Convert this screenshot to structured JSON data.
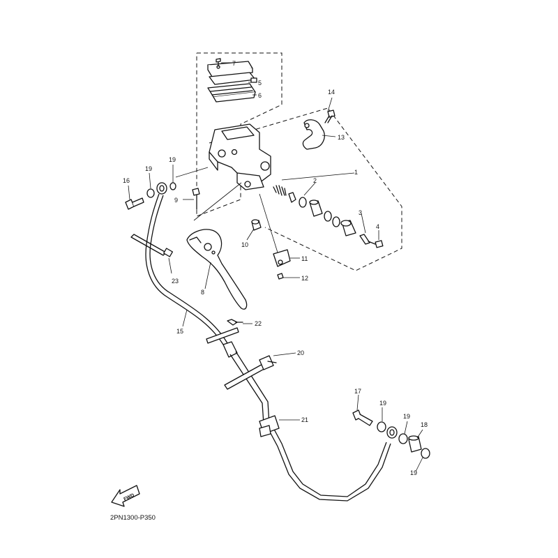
{
  "drawing_code": "2PN1300-P350",
  "fwd_label": "FWD",
  "callouts": {
    "c1": "1",
    "c2": "2",
    "c3": "3",
    "c4": "4",
    "c5": "5",
    "c6": "6",
    "c7": "7",
    "c8": "8",
    "c9": "9",
    "c10": "10",
    "c11": "11",
    "c12": "12",
    "c13": "13",
    "c14": "14",
    "c15": "15",
    "c16": "16",
    "c17": "17",
    "c18": "18",
    "c19a": "19",
    "c19b": "19",
    "c19c": "19",
    "c19d": "19",
    "c19e": "19",
    "c20": "20",
    "c21": "21",
    "c22": "22",
    "c23": "23"
  },
  "icons": {
    "fwd": "fwd-arrow-icon"
  }
}
